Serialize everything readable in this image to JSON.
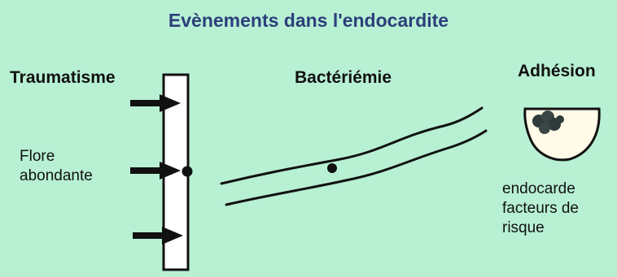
{
  "title": "Evènements dans l'endocardite",
  "headings": {
    "traumatisme": "Traumatisme",
    "bacteriemie": "Bactériémie",
    "adhesion": "Adhésion"
  },
  "labels": {
    "flore_line1": "Flore",
    "flore_line2": "abondante",
    "endo_line1": "endocarde",
    "endo_line2": "facteurs de",
    "endo_line3": "risque"
  },
  "colors": {
    "background": "#b8f0d4",
    "title": "#2c3f7a",
    "ink": "#111111",
    "valve_fill": "#fffbe8",
    "vegetation": "#2f3a3a"
  }
}
